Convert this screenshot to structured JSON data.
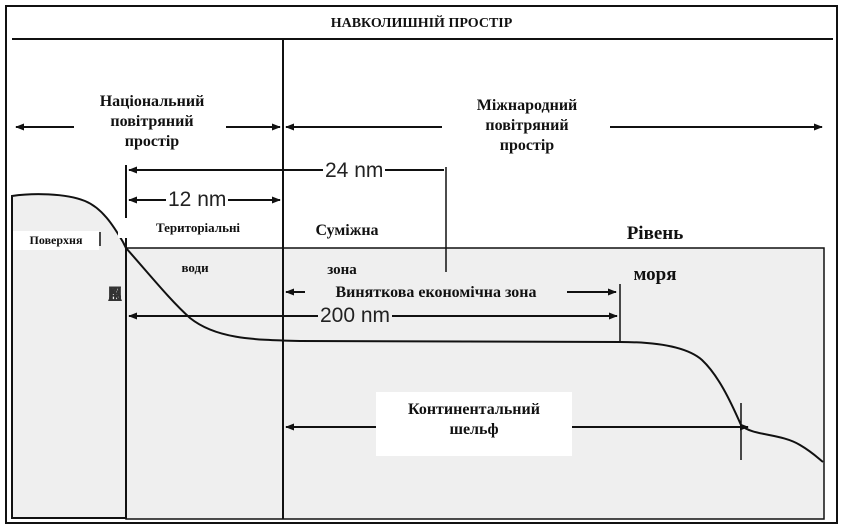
{
  "header": {
    "title": "НАВКОЛИШНІЙ ПРОСТІР"
  },
  "airspace": {
    "national": "Національний\nповітряний\nпростір",
    "international": "Міжнародний\nповітряний\nпростір"
  },
  "distances": {
    "d24": "24 nm",
    "d12": "12 nm",
    "d200": "200 nm"
  },
  "zones": {
    "surface": "Поверхня",
    "territorial": "Територіальні",
    "territorial_2": "води",
    "contiguous": "Суміжна",
    "contiguous_2": "зона",
    "sea_level": "Рівень",
    "sea_level_2": "моря",
    "eez": "Виняткова економічна зона",
    "shelf": "Континентальний\nшельф"
  },
  "baseline": {
    "letters": [
      "B",
      "A",
      "S",
      "E",
      "L",
      "I",
      "N",
      "E"
    ]
  },
  "colors": {
    "sea": "#efefef",
    "line": "#111111",
    "background": "#ffffff"
  }
}
